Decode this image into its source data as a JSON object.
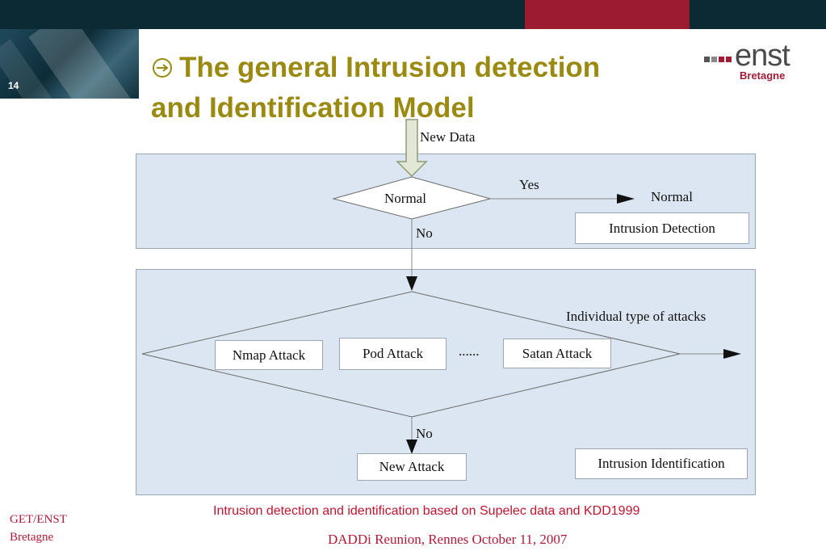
{
  "slide": {
    "number": "14",
    "title_line1": "The general Intrusion detection",
    "title_line2": "and Identification Model",
    "logo": {
      "main": "enst",
      "sub": "Bretagne"
    }
  },
  "diagram": {
    "new_data": "New Data",
    "normal_decision": "Normal",
    "yes": "Yes",
    "normal_output": "Normal",
    "intrusion_detection": "Intrusion Detection",
    "no_top": "No",
    "individual_types": "Individual type of attacks",
    "attacks": [
      "Nmap Attack",
      "Pod Attack",
      "Satan Attack"
    ],
    "ellipsis": "......",
    "no_bottom": "No",
    "new_attack": "New Attack",
    "intrusion_identification": "Intrusion Identification"
  },
  "caption": "Intrusion detection and identification based on Supelec data and KDD1999",
  "footer": {
    "org_line1": "GET/ENST",
    "org_line2": "Bretagne",
    "event": "DADDi  Reunion, Rennes October 11, 2007"
  },
  "colors": {
    "title": "#9a8a12",
    "accent_red": "#b01a36",
    "panel_fill": "#dce6f2",
    "top_bar": "#0b2a33"
  }
}
